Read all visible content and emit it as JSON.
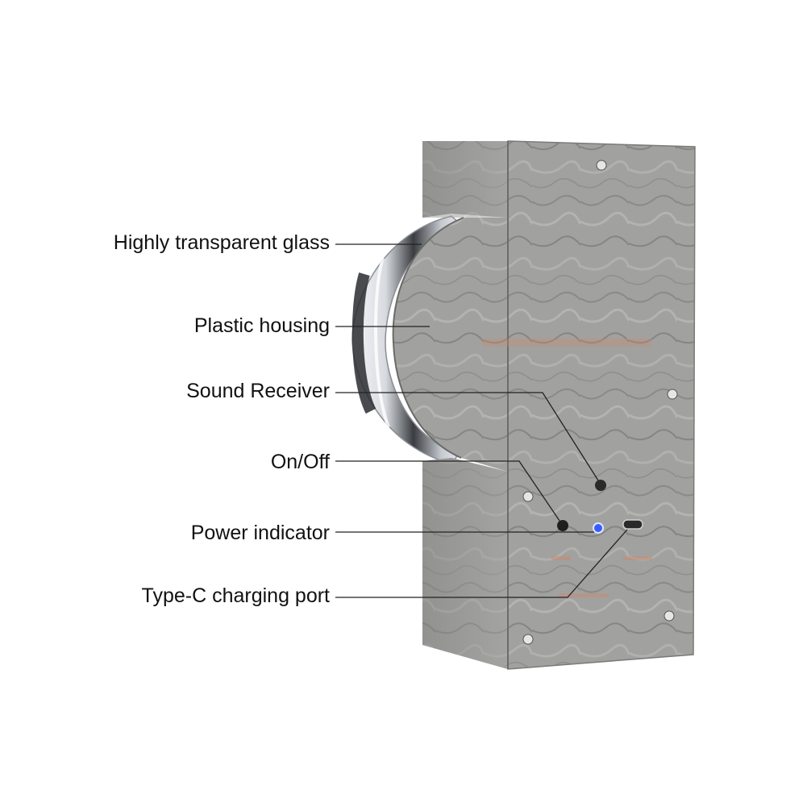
{
  "callouts": {
    "glass": "Highly transparent glass",
    "housing": "Plastic housing",
    "sound": "Sound Receiver",
    "onoff": "On/Off",
    "power": "Power indicator",
    "typec": "Type-C charging port"
  },
  "colors": {
    "background": "#ffffff",
    "wood": "#9a9a98",
    "wood_dark": "#6f6f6d",
    "text": "#111111",
    "indicator": "#3a5cff",
    "brand_print": "#c98a6c"
  }
}
